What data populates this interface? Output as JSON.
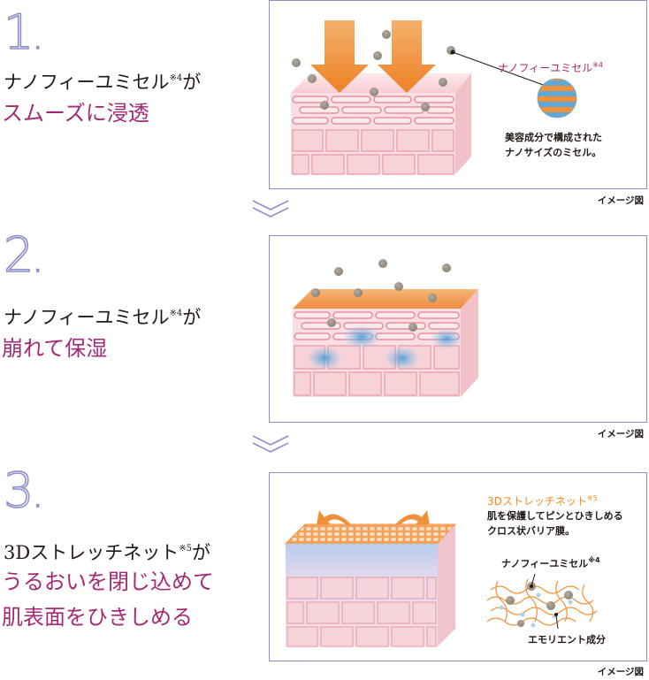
{
  "steps": [
    {
      "number": "1",
      "line1": "ナノフィーユミセル",
      "line1_note": "※4",
      "line1_suffix": "が",
      "highlight": [
        "スムーズに浸透"
      ],
      "panel": {
        "label_title": "ナノフィーユミセル",
        "label_note": "※4",
        "desc_line1": "美容成分で構成された",
        "desc_line2": "ナノサイズのミセル。"
      }
    },
    {
      "number": "2",
      "line1": "ナノフィーユミセル",
      "line1_note": "※4",
      "line1_suffix": "が",
      "highlight": [
        "崩れて保湿"
      ]
    },
    {
      "number": "3",
      "line1": "3Dストレッチネット",
      "line1_note": "※5",
      "line1_suffix": "が",
      "highlight": [
        "うるおいを閉じ込めて",
        "肌表面をひきしめる"
      ],
      "panel": {
        "label_title": "3Dストレッチネット",
        "label_note": "※5",
        "desc_line1": "肌を保護してピンとひきしめる",
        "desc_line2": "クロス状バリア膜。",
        "micelle_label": "ナノフィーユミセル",
        "micelle_note": "※4",
        "emollient_label": "エモリエント成分"
      }
    }
  ],
  "image_caption": "イメージ図",
  "colors": {
    "accent_magenta": "#a32a74",
    "frame_lavender": "#8c8fc6",
    "arrow_orange": "#f0913a",
    "skin_pink": "#f5c9cf",
    "skin_line": "#e8909c",
    "micelle_gray": "#9e9589",
    "micelle_blue": "#5fa8d8",
    "net_label_orange": "#f08a1e"
  },
  "icons": [
    "arrow-down-icon",
    "chevron-down-icon",
    "curved-arrow-icon",
    "micelle-sphere-icon"
  ]
}
